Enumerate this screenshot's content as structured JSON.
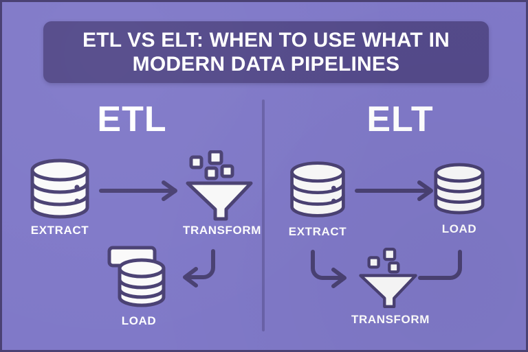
{
  "theme": {
    "background": "#8079c8",
    "banner_bg": "#544a8a",
    "ink": "#4a4173",
    "icon_fill": "#fafafa",
    "text_on_dark": "#ffffff",
    "divider": "#6a62a8",
    "border": "#4a4173"
  },
  "header": {
    "title": "ETL VS ELT: WHEN TO USE WHAT IN\nMODERN DATA PIPELINES"
  },
  "sections": [
    {
      "id": "etl",
      "heading": "ETL",
      "steps": [
        {
          "label": "EXTRACT",
          "icon": "database-icon"
        },
        {
          "label": "TRANSFORM",
          "icon": "funnel-icon"
        },
        {
          "label": "LOAD",
          "icon": "data-warehouse-icon"
        }
      ]
    },
    {
      "id": "elt",
      "heading": "ELT",
      "steps": [
        {
          "label": "EXTRACT",
          "icon": "database-icon"
        },
        {
          "label": "LOAD",
          "icon": "database-icon"
        },
        {
          "label": "TRANSFORM",
          "icon": "funnel-icon"
        }
      ]
    }
  ]
}
